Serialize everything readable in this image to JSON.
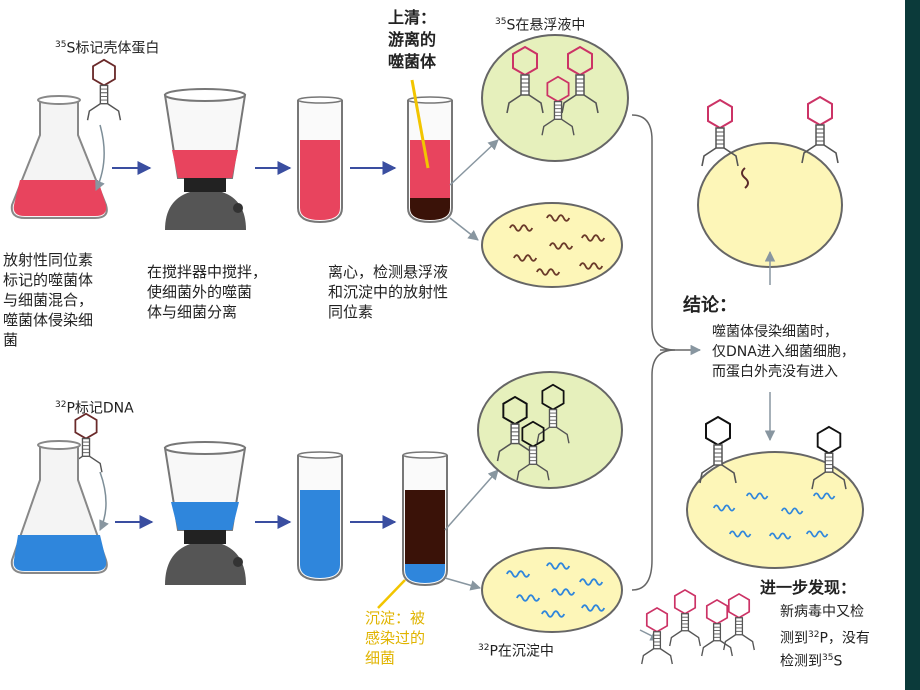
{
  "top": {
    "label_s35_protein": {
      "sup": "35",
      "text": "S标记壳体蛋白"
    },
    "supernatant_title": "上清：",
    "supernatant_line2": "游离的",
    "supernatant_line3": "噬菌体",
    "suspension_label": {
      "sup": "35",
      "text": "S在悬浮液中"
    },
    "step1": "放射性同位素\n标记的噬菌体\n与细菌混合，\n噬菌体侵染细\n菌",
    "step2": "在搅拌器中搅拌，\n使细菌外的噬菌\n体与细菌分离",
    "step3": "离心，检测悬浮液\n和沉淀中的放射性\n同位素"
  },
  "bottom": {
    "label_p32_dna": {
      "sup": "32",
      "text": "P标记DNA"
    },
    "sediment_title": "沉淀：被\n感染过的\n细菌",
    "sediment_label": {
      "sup": "32",
      "text": "P在沉淀中"
    }
  },
  "conclusion": {
    "title": "结论：",
    "text": "噬菌体侵染细菌时，\n仅DNA进入细菌细胞，\n而蛋白外壳没有进入"
  },
  "further": {
    "title": "进一步发现：",
    "line1": "新病毒中又检",
    "line2_pre": "测到",
    "line2_sup": "32",
    "line2_post": "P，没有",
    "line3_pre": "检测到",
    "line3_sup": "35",
    "line3_post": "S"
  },
  "colors": {
    "red_liquid": "#e8445e",
    "blue_liquid": "#2f86dc",
    "pellet_brown": "#3a1208",
    "cell_fill": "#fdf6b8",
    "green_fill": "#e6f0bc",
    "arrow_blue": "#3a4ea0",
    "frame": "#b0c4cc"
  }
}
